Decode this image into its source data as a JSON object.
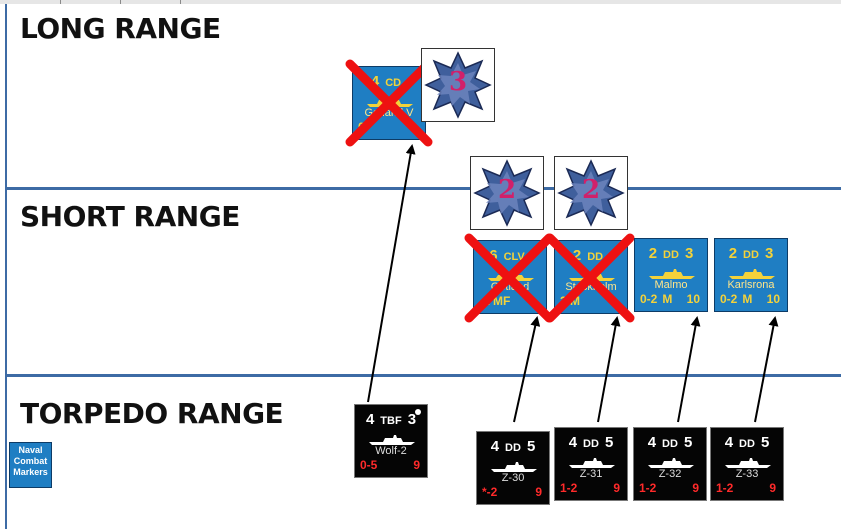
{
  "zones": {
    "long": "LONG RANGE",
    "short": "SHORT RANGE",
    "torpedo": "TORPEDO RANGE"
  },
  "markers_button": {
    "line1": "Naval",
    "line2": "Combat",
    "line3": "Markers"
  },
  "enemy": {
    "gotland_cd": {
      "top_left": "4",
      "type": "CD",
      "top_right": "",
      "name": "Gotland V",
      "bottom_left": "0",
      "bottom_right": ""
    },
    "gotland_clv": {
      "top_left": "6",
      "type": "CLV",
      "top_right": "",
      "name": "Gotland",
      "bottom_left": "-1 MF",
      "bottom_right": ""
    },
    "stockholm": {
      "top_left": "2",
      "type": "DD",
      "top_right": "",
      "name": "Stockholm",
      "bottom_left": "2 M",
      "bottom_right": ""
    },
    "malmo": {
      "top_left": "2",
      "type": "DD",
      "top_right": "3",
      "name": "Malmo",
      "bottom_left": "0-2",
      "mode": "M",
      "bottom_right": "10"
    },
    "karlsrona": {
      "top_left": "2",
      "type": "DD",
      "top_right": "3",
      "name": "Karlsrona",
      "bottom_left": "0-2",
      "mode": "M",
      "bottom_right": "10"
    }
  },
  "friendly": {
    "wolf2": {
      "top_left": "4",
      "type": "TBF",
      "top_right": "3",
      "name": "Wolf-2",
      "bottom_left": "0-5",
      "bottom_right": "9"
    },
    "z30": {
      "top_left": "4",
      "type": "DD",
      "top_right": "5",
      "name": "Z-30",
      "bottom_left": "*-2",
      "bottom_right": "9"
    },
    "z31": {
      "top_left": "4",
      "type": "DD",
      "top_right": "5",
      "name": "Z-31",
      "bottom_left": "1-2",
      "bottom_right": "9"
    },
    "z32": {
      "top_left": "4",
      "type": "DD",
      "top_right": "5",
      "name": "Z-32",
      "bottom_left": "1-2",
      "bottom_right": "9"
    },
    "z33": {
      "top_left": "4",
      "type": "DD",
      "top_right": "5",
      "name": "Z-33",
      "bottom_left": "1-2",
      "bottom_right": "9"
    }
  },
  "hit_markers": {
    "long": "3",
    "short_a": "2",
    "short_b": "2"
  },
  "colors": {
    "zone_line": "#3d6ba5",
    "counter_blue": "#1f7ec3",
    "counter_yellow": "#f3d23a",
    "hit_star": "#3f5f9c",
    "hit_number": "#d1206a",
    "eliminated_x": "#ee1111"
  }
}
